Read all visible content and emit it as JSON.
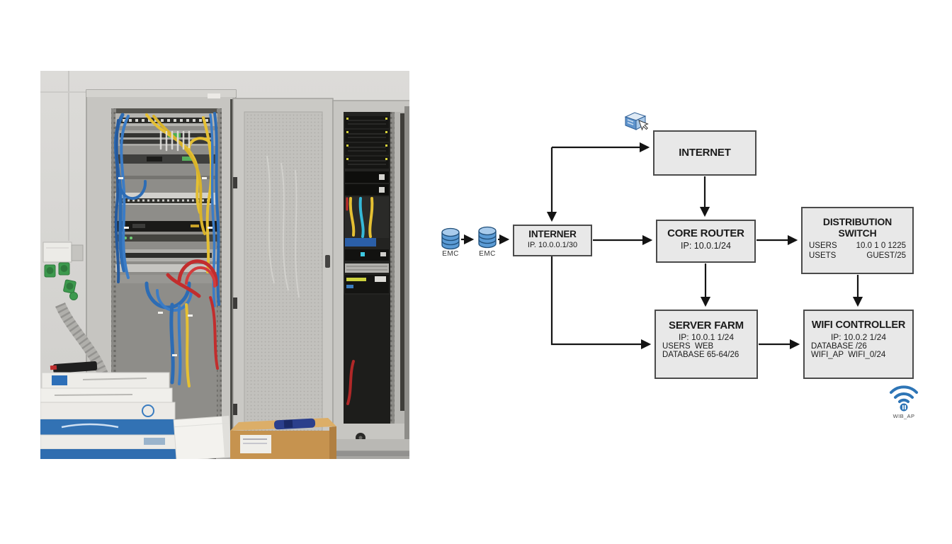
{
  "page": {
    "background": "#ffffff"
  },
  "photo": {
    "alt": "Two open network equipment cabinets with patch panels, switches and blue, yellow and red patch cabling; stacked boxes and a cardboard box on the floor"
  },
  "diagram": {
    "nodes": {
      "internet": {
        "title": "INTERNET"
      },
      "interner": {
        "title": "INTERNER",
        "ip": "IP. 10.0.0.1/30"
      },
      "core_router": {
        "title": "CORE ROUTER",
        "ip": "IP: 10.0.1/24"
      },
      "distribution_switch": {
        "title": "DISTRIBUTION SWITCH",
        "row1_label": "USERS",
        "row1_value": "10.0 1 0 1225",
        "row2_label": "USETS",
        "row2_value": "GUEST/25"
      },
      "server_farm": {
        "title": "SERVER FARM",
        "ip": "IP: 10.0.1 1/24",
        "row1": "USERS  WEB",
        "row2": "DATABASE 65-64/26"
      },
      "wifi_controller": {
        "title": "WIFI CONTROLLER",
        "ip": "IP: 10.0.2 1/24",
        "row1": "DATABASE /26",
        "row2": "WIFI_AP  WIFI_0/24"
      }
    },
    "icons": {
      "emc1_label": "EMC",
      "emc2_label": "EMC",
      "wifi_ap_label": "WIB_AP"
    },
    "colors": {
      "box_fill": "#e8e8e8",
      "box_border": "#4b4b4b",
      "arrow": "#141414",
      "database_blue": "#5b9bd5",
      "wifi_blue": "#2e75b6"
    }
  }
}
